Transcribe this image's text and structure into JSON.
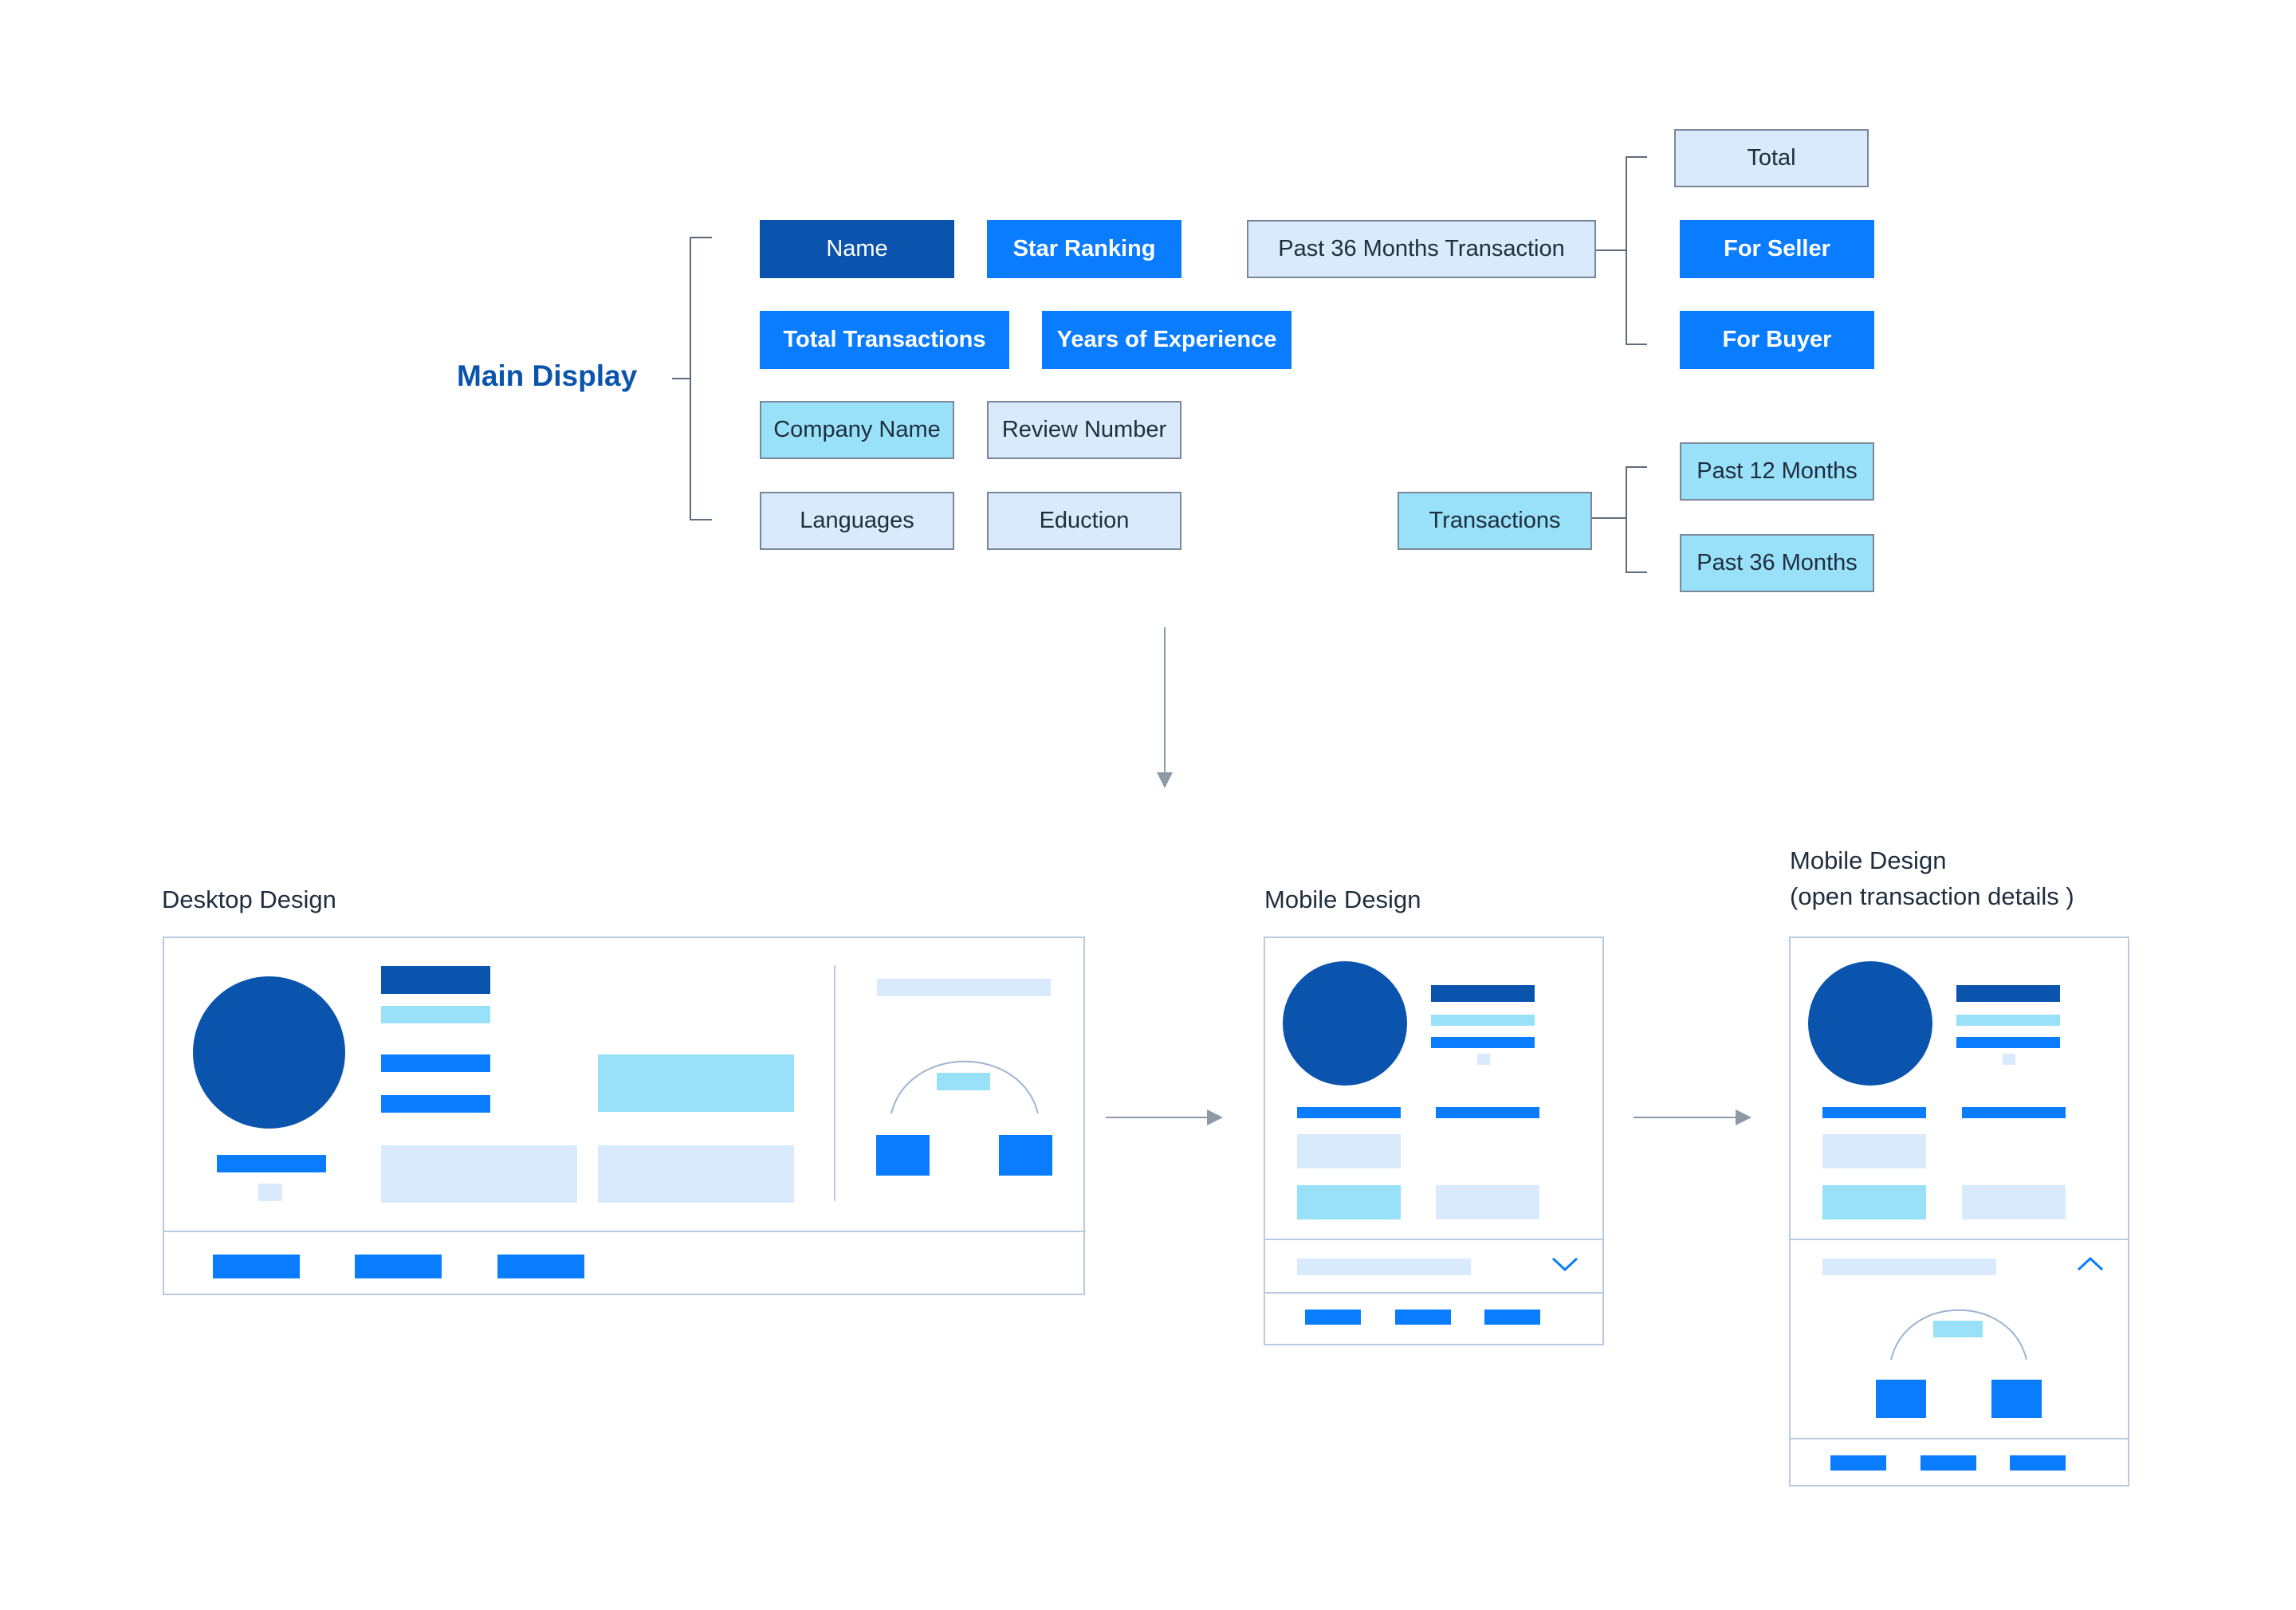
{
  "main_display": {
    "label": "Main Display",
    "fields": {
      "name": "Name",
      "star_ranking": "Star Ranking",
      "total_transactions": "Total Transactions",
      "years_of_experience": "Years of Experience",
      "company_name": "Company Name",
      "review_number": "Review Number",
      "languages": "Languages",
      "eduction": "Eduction"
    }
  },
  "past_transaction": {
    "label": "Past 36 Months Transaction",
    "children": {
      "total": "Total",
      "for_seller": "For Seller",
      "for_buyer": "For Buyer"
    }
  },
  "transactions": {
    "label": "Transactions",
    "children": {
      "past_12": "Past 12 Months",
      "past_36": "Past 36 Months"
    }
  },
  "designs": {
    "desktop": "Desktop Design",
    "mobile": "Mobile Design",
    "mobile_open_line1": "Mobile Design",
    "mobile_open_line2": "(open transaction details )"
  },
  "colors": {
    "dark_blue": "#0b54ad",
    "bright_blue": "#0a7cff",
    "cyan": "#98e1f9",
    "pale_blue": "#d8eafc",
    "connector": "#5e6b7b",
    "wireframe_border": "#b9cbe0"
  },
  "icons": {
    "expand": "chevron-down-icon",
    "collapse": "chevron-up-icon"
  }
}
